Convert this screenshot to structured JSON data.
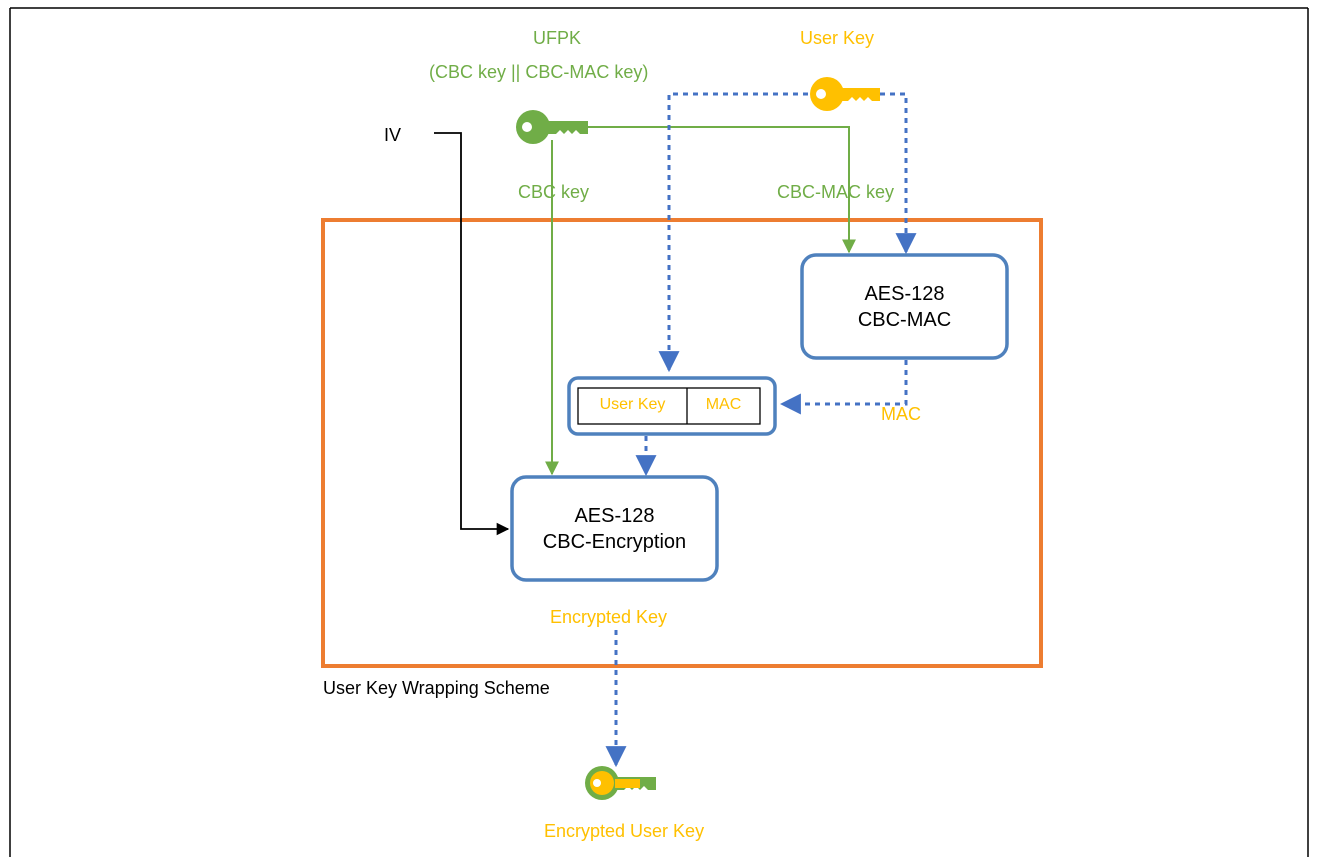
{
  "ufpk": {
    "title": "UFPK",
    "subtitle": "(CBC key || CBC-MAC key)"
  },
  "user_key": {
    "label": "User Key"
  },
  "iv": {
    "label": "IV"
  },
  "cbc_key_label": "CBC key",
  "cbc_mac_key_label": "CBC-MAC key",
  "mac_block": {
    "line1": "AES-128",
    "line2": "CBC-MAC"
  },
  "enc_block": {
    "line1": "AES-128",
    "line2": "CBC-Encryption"
  },
  "concat": {
    "cell1": "User Key",
    "cell2": "MAC"
  },
  "mac_label": "MAC",
  "encrypted_key_label": "Encrypted Key",
  "scheme_label": "User Key Wrapping Scheme",
  "output": {
    "label": "Encrypted User Key"
  },
  "colors": {
    "green": "#70ad47",
    "gold": "#ffc000",
    "blue": "#4472c4",
    "block_border": "#4f81bd",
    "orange": "#ed7d31",
    "black": "#000000"
  }
}
